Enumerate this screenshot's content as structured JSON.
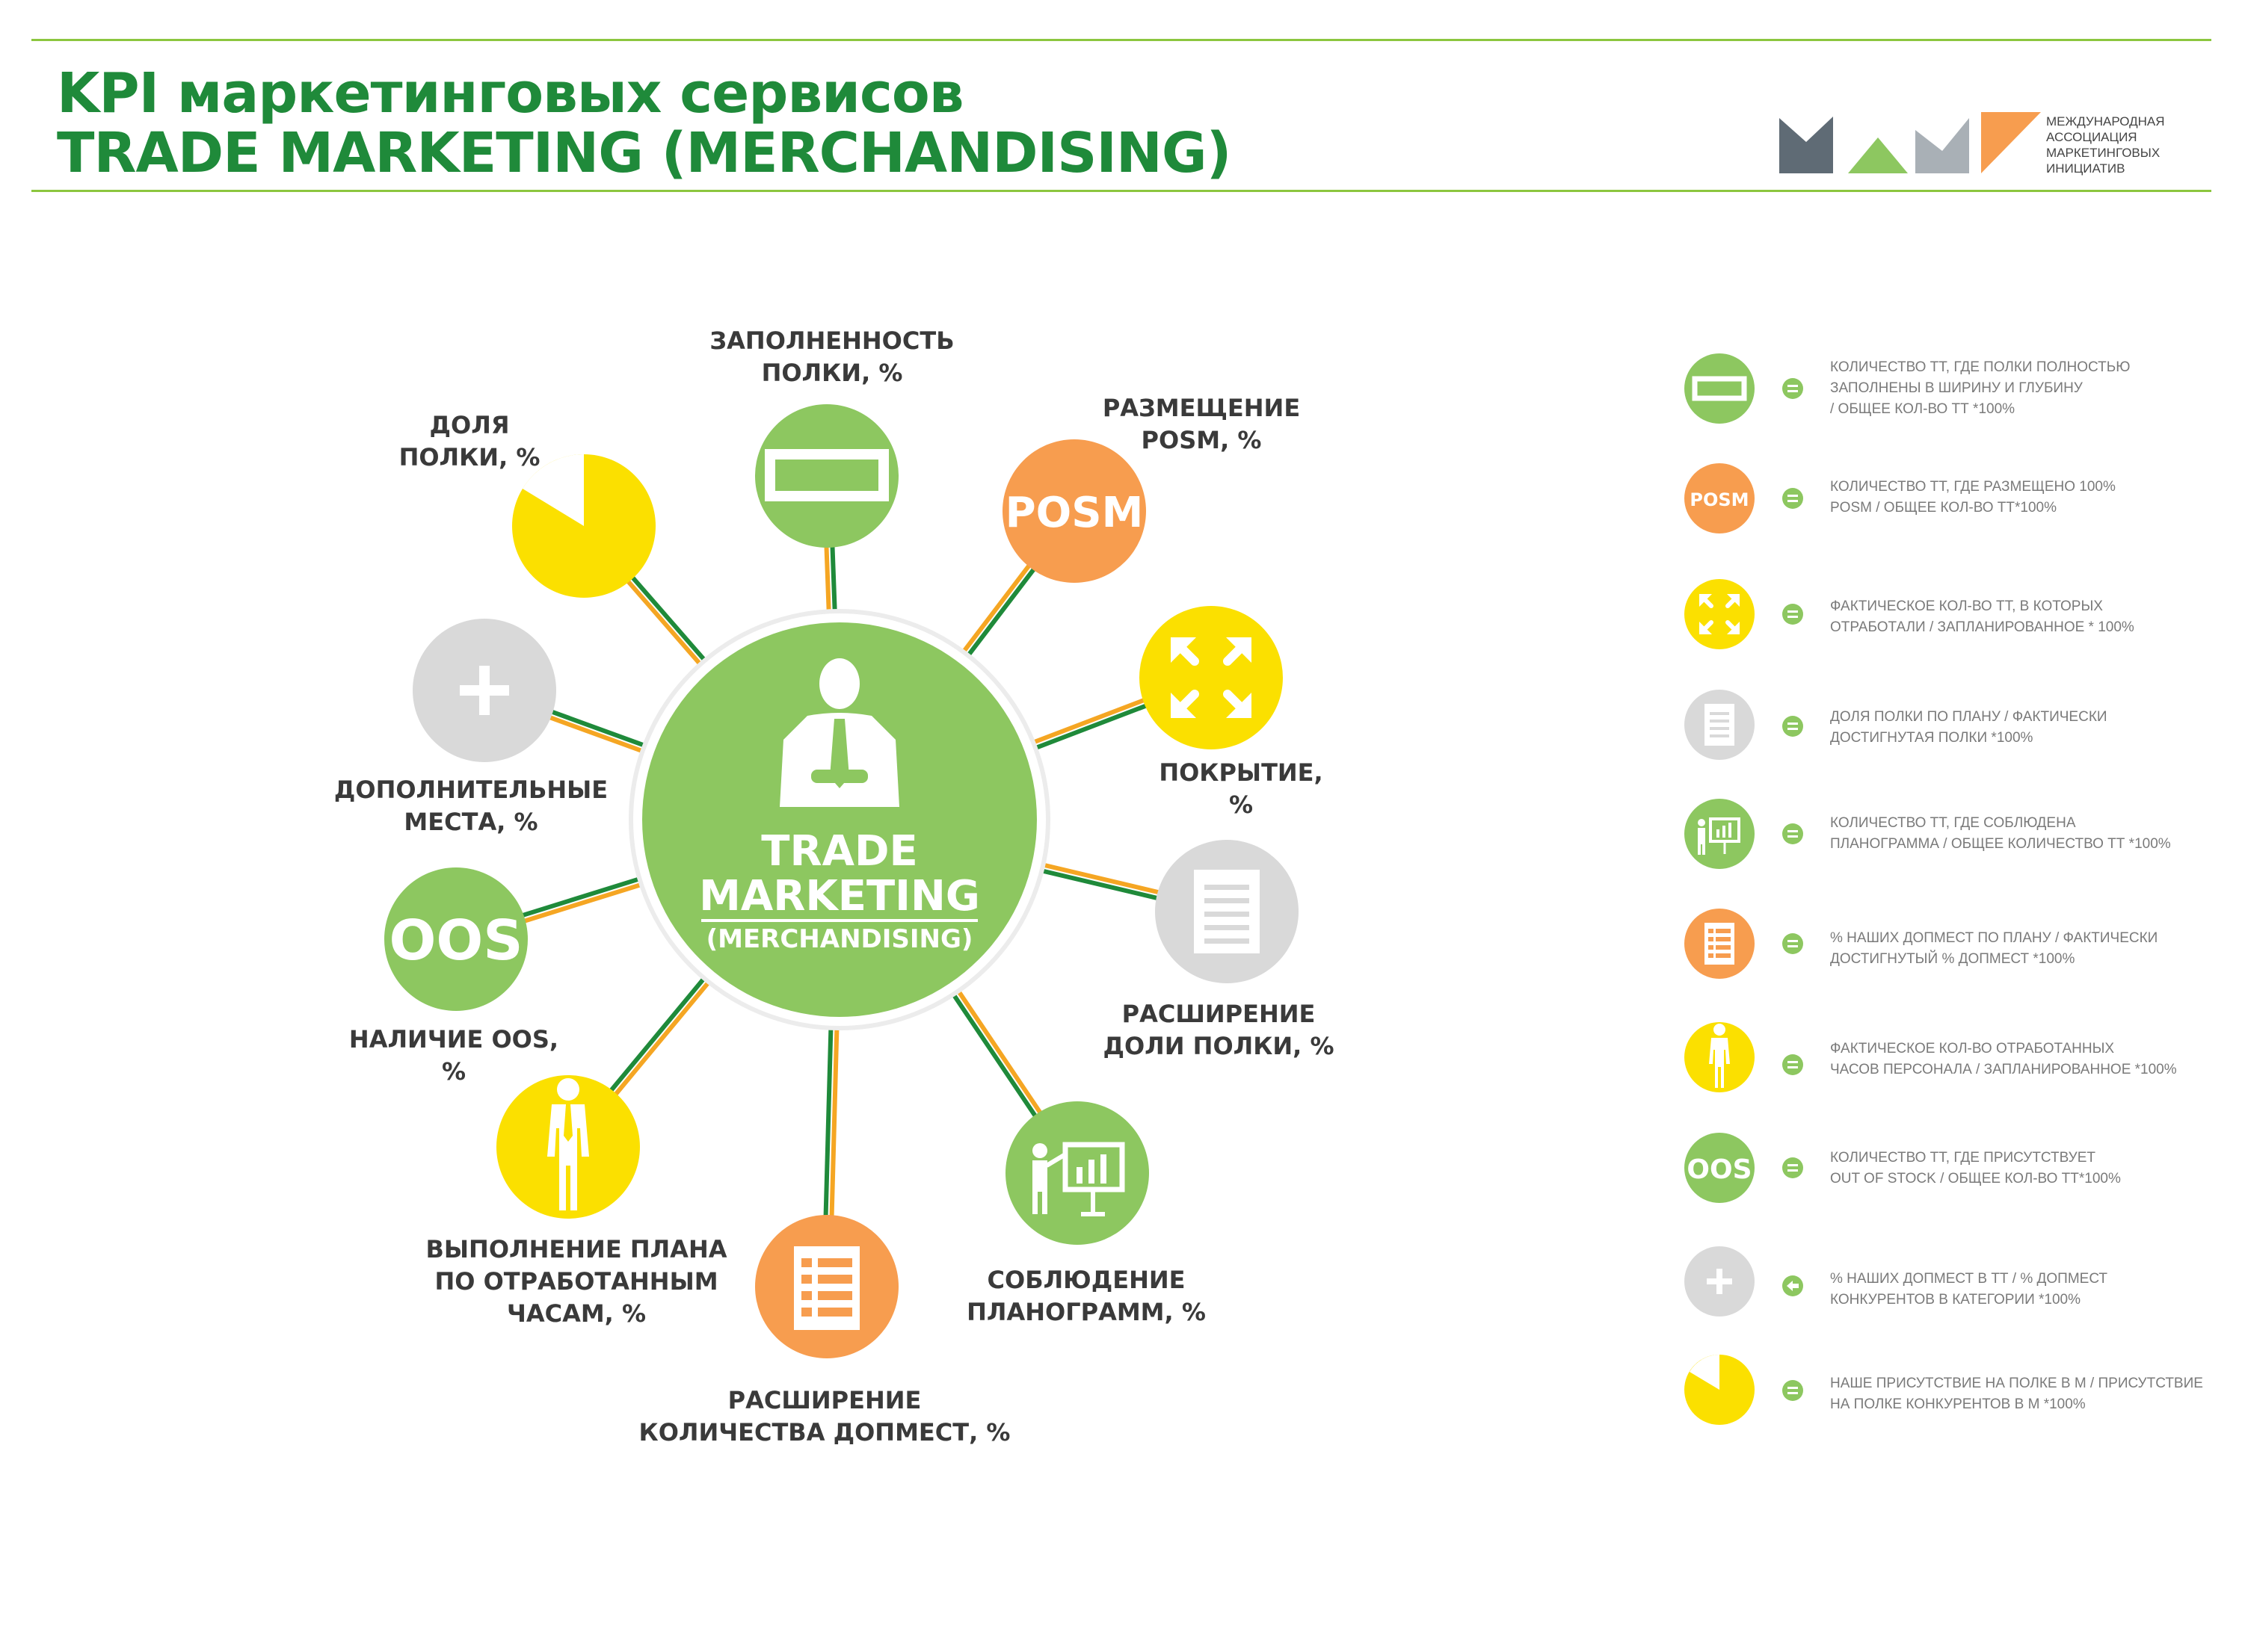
{
  "header": {
    "title_line1": "KPI маркетинговых сервисов",
    "title_line2": "TRADE MARKETING (MERCHANDISING)"
  },
  "logo": {
    "text": "МЕЖДУНАРОДНАЯ\nАССОЦИАЦИЯ\nМАРКЕТИНГОВЫХ\nИНИЦИАТИВ"
  },
  "center": {
    "line1": "TRADE",
    "line2": "MARKETING",
    "line3": "(MERCHANDISING)",
    "icon": "businessman-icon"
  },
  "nodes": [
    {
      "id": "shelf-fill",
      "label": [
        "ЗАПОЛНЕННОСТЬ",
        "ПОЛКИ, %"
      ],
      "color": "#8dc760",
      "icon": "shelf-rectangle-icon"
    },
    {
      "id": "posm",
      "label": [
        "РАЗМЕЩЕНИЕ",
        "POSM, %"
      ],
      "color": "#f79d4f",
      "icon": "posm-icon",
      "icon_text": "POSM"
    },
    {
      "id": "coverage",
      "label": [
        "ПОКРЫТИЕ,",
        "%"
      ],
      "color": "#fbe000",
      "icon": "expand-arrows-icon"
    },
    {
      "id": "shelf-share-expansion",
      "label": [
        "РАСШИРЕНИЕ",
        "ДОЛИ ПОЛКИ, %"
      ],
      "color": "#d9d9d9",
      "icon": "document-icon"
    },
    {
      "id": "planogram",
      "label": [
        "СОБЛЮДЕНИЕ",
        "ПЛАНОГРАММ, %"
      ],
      "color": "#8dc760",
      "icon": "presentation-icon"
    },
    {
      "id": "extra-places-expansion",
      "label": [
        "РАСШИРЕНИЕ",
        "КОЛИЧЕСТВА ДОПМЕСТ, %"
      ],
      "color": "#f79d4f",
      "icon": "list-icon"
    },
    {
      "id": "hours-plan",
      "label": [
        "ВЫПОЛНЕНИЕ ПЛАНА",
        "ПО ОТРАБОТАННЫМ",
        "ЧАСАМ, %"
      ],
      "color": "#fbe000",
      "icon": "person-icon"
    },
    {
      "id": "oos",
      "label": [
        "НАЛИЧИЕ OOS,",
        "%"
      ],
      "color": "#8dc760",
      "icon": "oos-icon",
      "icon_text": "OOS"
    },
    {
      "id": "extra-places",
      "label": [
        "ДОПОЛНИТЕЛЬНЫЕ",
        "МЕСТА, %"
      ],
      "color": "#d9d9d9",
      "icon": "plus-icon"
    },
    {
      "id": "shelf-share",
      "label": [
        "ДОЛЯ",
        "ПОЛКИ, %"
      ],
      "color": "#fbe000",
      "icon": "pie-slice-icon"
    }
  ],
  "legend": [
    {
      "icon": "shelf-rectangle-icon",
      "color": "#8dc760",
      "text": "Количество ТТ, где полки полностью\nзаполнены в ширину и глубину\n/ общее кол-во ТТ *100%"
    },
    {
      "icon": "posm-icon",
      "color": "#f79d4f",
      "icon_text": "POSM",
      "text": "Количество ТТ, где размещено 100%\nPOSM / общее кол-во ТТ*100%"
    },
    {
      "icon": "expand-arrows-icon",
      "color": "#fbe000",
      "text": "Фактическое кол-во ТТ, в которых\nотработали / запланированное * 100%"
    },
    {
      "icon": "document-icon",
      "color": "#d9d9d9",
      "text": "Доля полки по плану / фактически\nдостигнутая полки *100%"
    },
    {
      "icon": "presentation-icon",
      "color": "#8dc760",
      "text": "Количество ТТ, где соблюдена\nпланограмма / общее количество ТТ *100%"
    },
    {
      "icon": "list-icon",
      "color": "#f79d4f",
      "text": "% наших допмест по плану  / фактически\nдостигнутый % допмест *100%"
    },
    {
      "icon": "person-icon",
      "color": "#fbe000",
      "text": "Фактическое кол-во отработанных\nчасов персонала / запланированное *100%"
    },
    {
      "icon": "oos-icon",
      "color": "#8dc760",
      "icon_text": "OOS",
      "text": "Количество ТТ, где присутствует\nOut of stock / общее кол-во ТТ*100%"
    },
    {
      "icon": "plus-icon",
      "color": "#d9d9d9",
      "text": "% наших допмест в ТТ / % допмест\nконкурентов в категории *100%"
    },
    {
      "icon": "pie-slice-icon",
      "color": "#fbe000",
      "text": "Наше присутствие на полке в м / присутствие\nна полке конкурентов в м *100%"
    }
  ],
  "colors": {
    "green": "#8dc760",
    "dark_green": "#1f8a3a",
    "orange": "#f79d4f",
    "yellow": "#fbe000",
    "grey": "#d9d9d9"
  }
}
